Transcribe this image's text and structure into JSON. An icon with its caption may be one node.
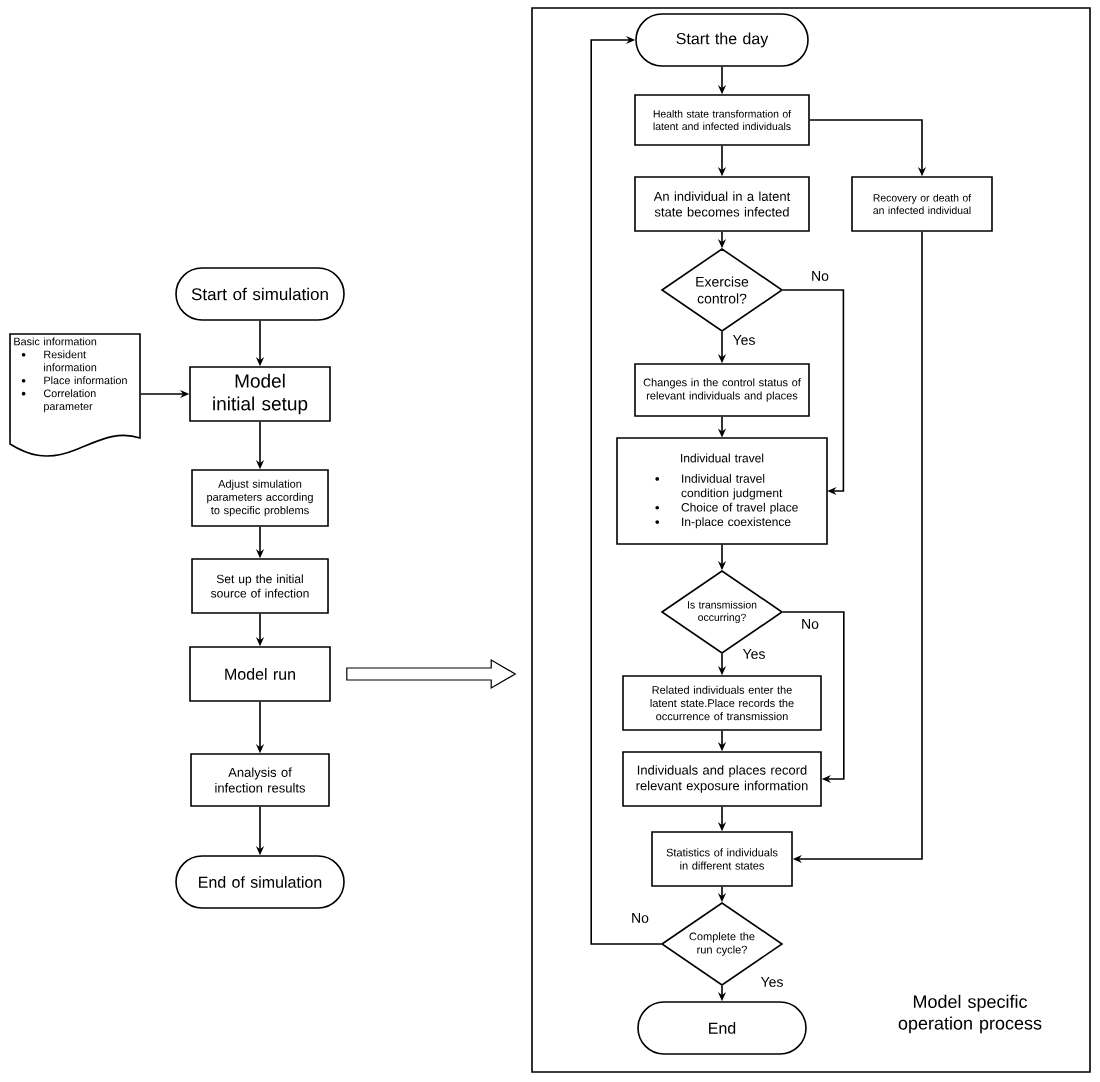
{
  "diagram": {
    "nodes": [
      {
        "text": [
          "Start of simulation"
        ]
      },
      {
        "text": [
          "Basic information",
          "Resident information",
          "Place information",
          "Correlation parameter"
        ]
      },
      {
        "text": [
          "Model initial setup"
        ]
      },
      {
        "text": [
          "Adjust simulation parameters according to specific problems"
        ]
      },
      {
        "text": [
          "Set up the initial source of infection"
        ]
      },
      {
        "text": [
          "Model run"
        ]
      },
      {
        "text": [
          "Analysis of infection results"
        ]
      },
      {
        "text": [
          "End of simulation"
        ]
      },
      {
        "text": [
          "Model specific operation process"
        ]
      },
      {
        "text": [
          "Start the day"
        ],
        "in": 8
      },
      {
        "text": [
          "Health state transformation of latent and infected individuals"
        ],
        "in": 8
      },
      {
        "text": [
          "An individual in a latent state becomes infected"
        ],
        "in": 8
      },
      {
        "text": [
          "Recovery or death of an infected individual"
        ],
        "in": 8
      },
      {
        "text": [
          "Exercise control?"
        ],
        "in": 8
      },
      {
        "text": [
          "Changes in the control status of relevant individuals and places"
        ],
        "in": 8
      },
      {
        "text": [
          "Individual travel",
          "Individual travel condition judgment",
          "Choice of travel place",
          "In-place coexistence"
        ],
        "in": 8
      },
      {
        "text": [
          "Is transmission occurring?"
        ],
        "in": 8
      },
      {
        "text": [
          "Related individuals enter the latent state.Place records the occurrence of transmission"
        ],
        "in": 8
      },
      {
        "text": [
          "Individuals and places record relevant exposure information"
        ],
        "in": 8
      },
      {
        "text": [
          "Statistics of individuals in different states"
        ],
        "in": 8
      },
      {
        "text": [
          "Complete the run cycle?"
        ],
        "in": 8
      },
      {
        "text": [
          "End"
        ],
        "in": 8
      }
    ],
    "edges": [
      {
        "from": 0,
        "to": 2,
        "arrow": "to"
      },
      {
        "from": 1,
        "to": 2,
        "arrow": "to"
      },
      {
        "from": 2,
        "to": 3,
        "arrow": "to"
      },
      {
        "from": 3,
        "to": 4,
        "arrow": "to"
      },
      {
        "from": 4,
        "to": 5,
        "arrow": "to"
      },
      {
        "from": 5,
        "to": 6,
        "arrow": "to"
      },
      {
        "from": 6,
        "to": 7,
        "arrow": "to"
      },
      {
        "from": 5,
        "to": 8,
        "arrow": "to"
      },
      {
        "from": 9,
        "to": 10,
        "arrow": "to"
      },
      {
        "from": 10,
        "to": 11,
        "arrow": "to"
      },
      {
        "from": 10,
        "to": 12,
        "arrow": "to"
      },
      {
        "from": 11,
        "to": 13,
        "arrow": "to"
      },
      {
        "from": 13,
        "to": 14,
        "arrow": "to",
        "label": "Yes"
      },
      {
        "from": 13,
        "to": 15,
        "arrow": "to",
        "label": "No"
      },
      {
        "from": 14,
        "to": 15,
        "arrow": "to"
      },
      {
        "from": 15,
        "to": 16,
        "arrow": "to"
      },
      {
        "from": 16,
        "to": 17,
        "arrow": "to",
        "label": "Yes"
      },
      {
        "from": 16,
        "to": 18,
        "arrow": "to",
        "label": "No"
      },
      {
        "from": 17,
        "to": 18,
        "arrow": "to"
      },
      {
        "from": 18,
        "to": 19,
        "arrow": "to"
      },
      {
        "from": 12,
        "to": 19,
        "arrow": "to"
      },
      {
        "from": 19,
        "to": 20,
        "arrow": "to"
      },
      {
        "from": 20,
        "to": 21,
        "arrow": "to",
        "label": "Yes"
      },
      {
        "from": 20,
        "to": 9,
        "arrow": "to",
        "label": "No"
      }
    ]
  }
}
